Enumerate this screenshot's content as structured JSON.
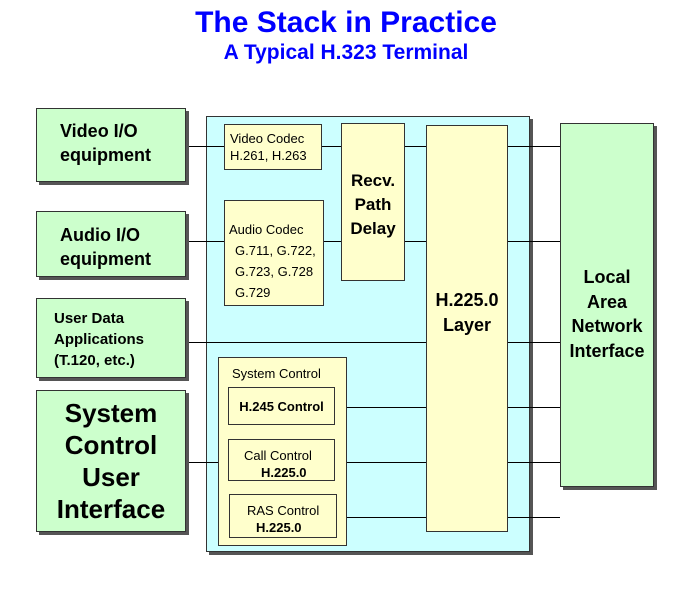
{
  "title": "The Stack in Practice",
  "subtitle": "A Typical H.323 Terminal",
  "left": {
    "video_io": [
      "Video I/O",
      "equipment"
    ],
    "audio_io": [
      "Audio I/O",
      "equipment"
    ],
    "user_data": [
      "User Data",
      "Applications",
      "(T.120, etc.)"
    ],
    "sys_ui": [
      "System",
      "Control",
      "User",
      "Interface"
    ]
  },
  "middle": {
    "video_codec": [
      "Video Codec",
      "H.261, H.263"
    ],
    "audio_codec": [
      "Audio Codec",
      "G.711, G.722,",
      "G.723, G.728",
      "G.729"
    ],
    "recv_delay": [
      "Recv.",
      "Path",
      "Delay"
    ],
    "system_control": {
      "label": "System Control",
      "h245": "H.245 Control",
      "call": [
        "Call Control",
        "H.225.0"
      ],
      "ras": [
        "RAS Control",
        "H.225.0"
      ]
    }
  },
  "h2250_layer": [
    "H.225.0",
    "Layer"
  ],
  "lan": [
    "Local",
    "Area",
    "Network",
    "Interface"
  ],
  "colors": {
    "title": "#0000ff",
    "green_box": "#ccffcc",
    "yellow_box": "#ffffcc",
    "cyan_panel": "#ccffff"
  }
}
